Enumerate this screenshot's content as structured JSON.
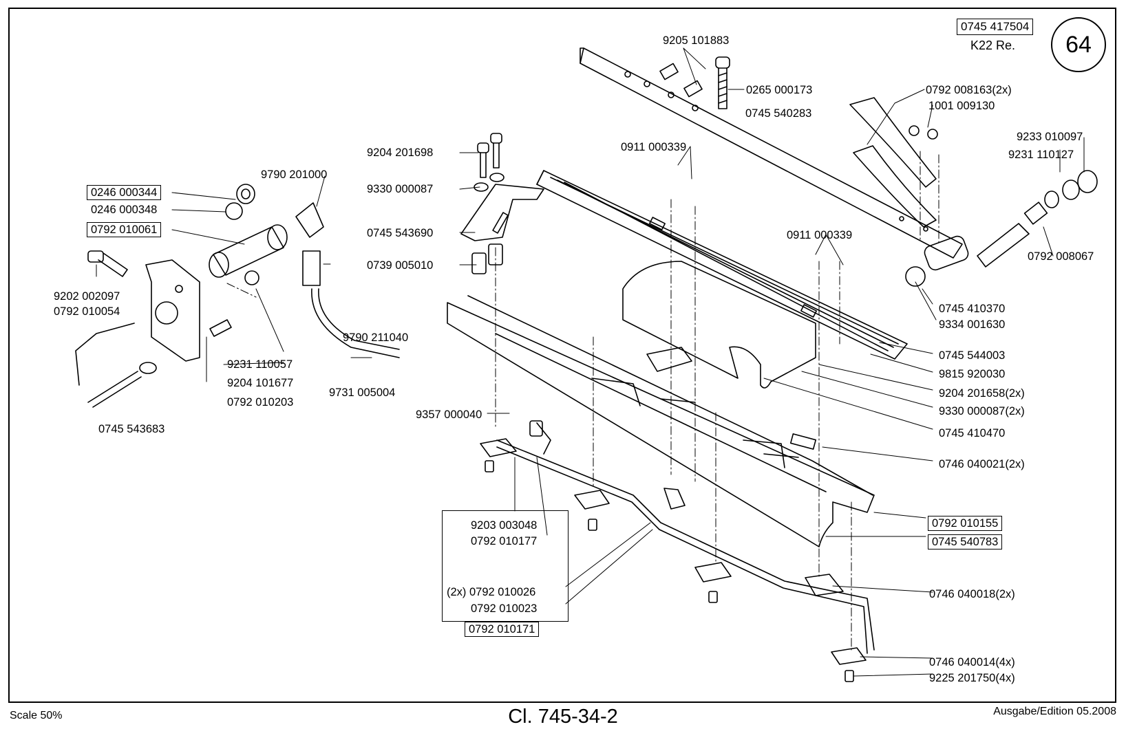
{
  "header": {
    "reference_number": "0745 417504",
    "version": "K22  Re.",
    "page_number": "64"
  },
  "footer": {
    "scale": "Scale  50%",
    "class_title": "Cl. 745-34-2",
    "edition": "Ausgabe/Edition 05.2008"
  },
  "parts": {
    "p9205_101883": "9205 101883",
    "p0265_000173": "0265 000173",
    "p0745_540283": "0745 540283",
    "p0792_008163": "0792 008163(2x)",
    "p1001_009130": "1001 009130",
    "p9233_010097": "9233 010097",
    "p9231_110127": "9231 110127",
    "p0792_008067": "0792 008067",
    "p0911_000339_a": "0911 000339",
    "p0911_000339_b": "0911 000339",
    "p9204_201698": "9204 201698",
    "p9330_000087": "9330 000087",
    "p0745_543690": "0745 543690",
    "p0739_005010": "0739 005010",
    "p9790_201000": "9790 201000",
    "p0246_000344": "0246 000344",
    "p0246_000348": "0246 000348",
    "p0792_010061": "0792 010061",
    "p9202_002097": "9202 002097",
    "p0792_010054": "0792 010054",
    "p9790_211040": "9790 211040",
    "p9731_005004": "9731 005004",
    "p9231_110057": "9231 110057",
    "p9204_101677": "9204 101677",
    "p0792_010203": "0792 010203",
    "p0745_543683": "0745 543683",
    "p9357_000040": "9357 000040",
    "p0745_410370": "0745 410370",
    "p9334_001630": "9334 001630",
    "p0745_544003": "0745 544003",
    "p9815_920030": "9815 920030",
    "p9204_201658": "9204 201658(2x)",
    "p9330_000087_2x": "9330 000087(2x)",
    "p0745_410470": "0745 410470",
    "p0746_040021": "0746 040021(2x)",
    "p0792_010155": "0792 010155",
    "p0745_540783": "0745 540783",
    "p0746_040018": "0746 040018(2x)",
    "p0746_040014": "0746 040014(4x)",
    "p9225_201750": "9225 201750(4x)",
    "p9203_003048": "9203 003048",
    "p0792_010177": "0792 010177",
    "p0792_010026": "(2x) 0792 010026",
    "p0792_010023": "0792 010023",
    "p0792_010171": "0792 010171"
  }
}
